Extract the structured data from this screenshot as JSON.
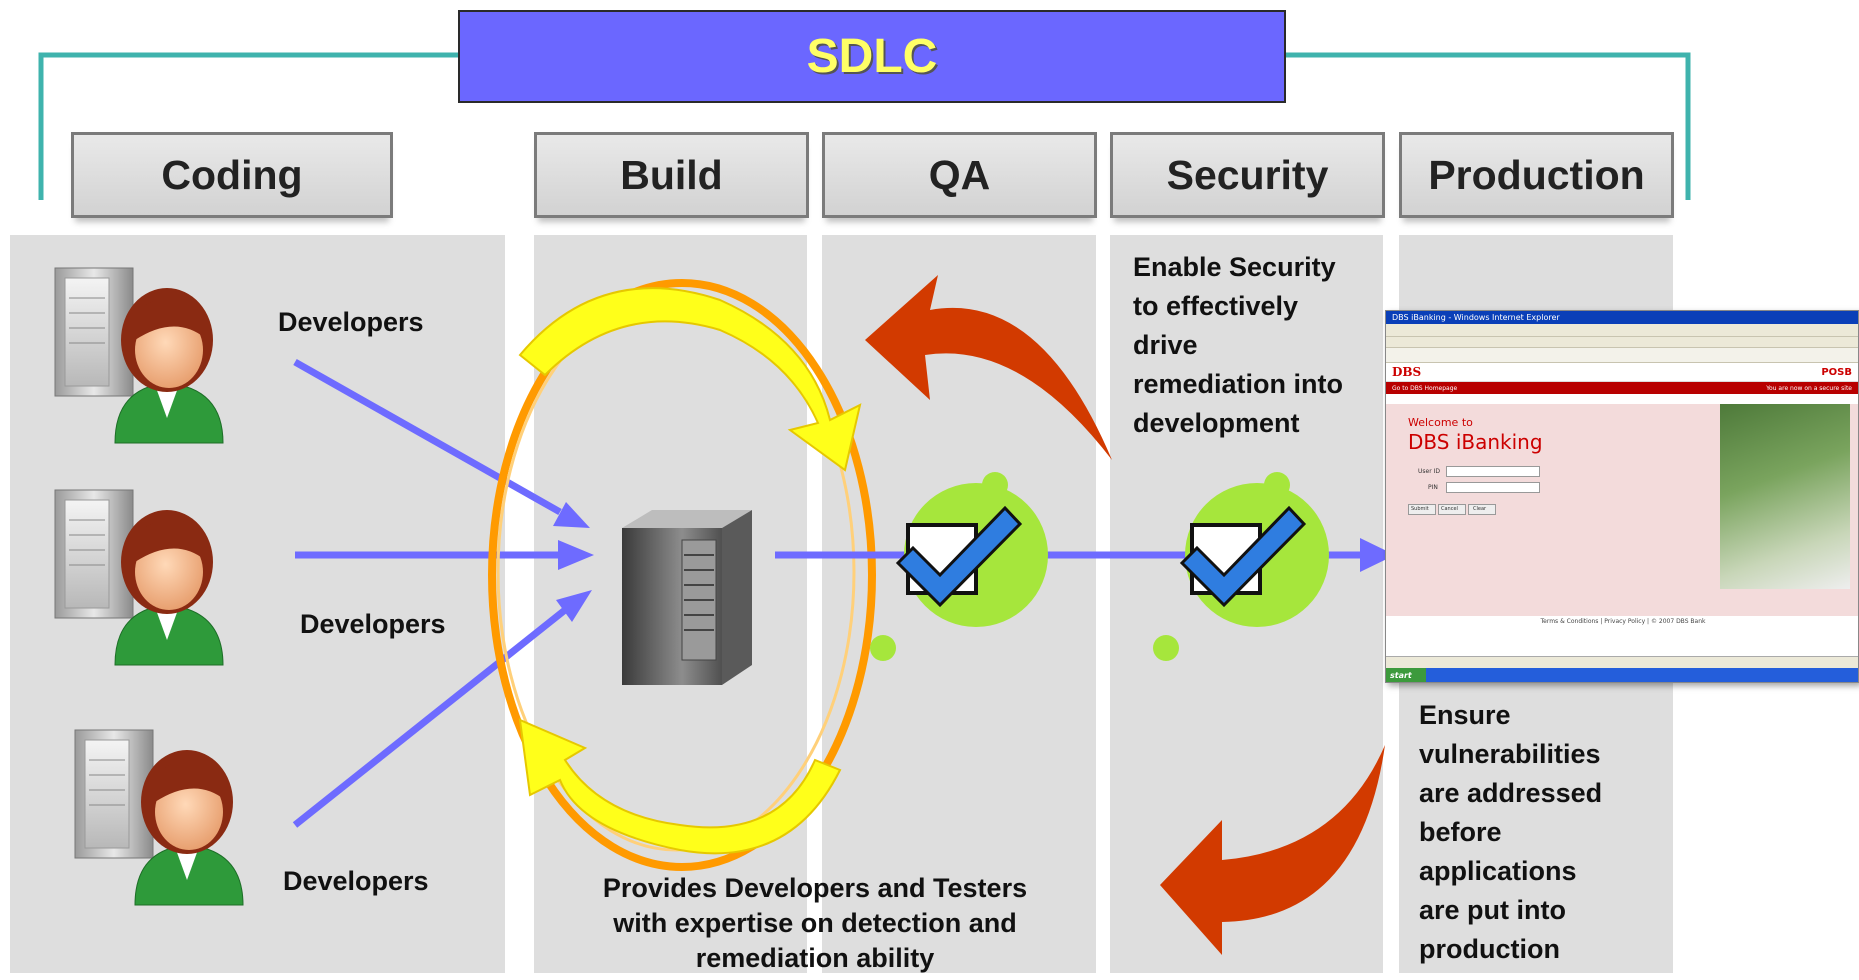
{
  "title": "SDLC",
  "stages": [
    "Coding",
    "Build",
    "QA",
    "Security",
    "Production"
  ],
  "developers": [
    "Developers",
    "Developers",
    "Developers"
  ],
  "security_note": [
    "Enable Security",
    "to effectively",
    "drive",
    "remediation into",
    "development"
  ],
  "production_note": [
    "Ensure",
    "vulnerabilities",
    "are addressed",
    "before",
    "applications",
    "are put into",
    "production"
  ],
  "footer_note": [
    "Provides Developers and Testers",
    "with expertise on detection and",
    "remediation ability"
  ],
  "browser": {
    "window_title": "DBS iBanking - Windows Internet Explorer",
    "logo": "DBS",
    "brand2": "POSB",
    "home_link": "Go to DBS Homepage",
    "secure_text": "You are now on a secure site",
    "welcome": "Welcome to",
    "product": "DBS iBanking",
    "user_id_label": "User ID",
    "pin_label": "PIN",
    "buttons": [
      "Submit",
      "Cancel",
      "Clear"
    ],
    "footer": "Terms & Conditions | Privacy Policy | © 2007 DBS Bank",
    "start": "start"
  },
  "colors": {
    "title_bg": "#6b67ff",
    "title_text": "#ffff66",
    "arrow_blue": "#6e6bff",
    "bracket": "#3fb3ad",
    "check_green": "#a6e63c",
    "check_blue": "#2f7de0",
    "loop_yellow": "#ffff1a",
    "loop_orange": "#ff9a00",
    "red_arrow": "#d23a00"
  }
}
